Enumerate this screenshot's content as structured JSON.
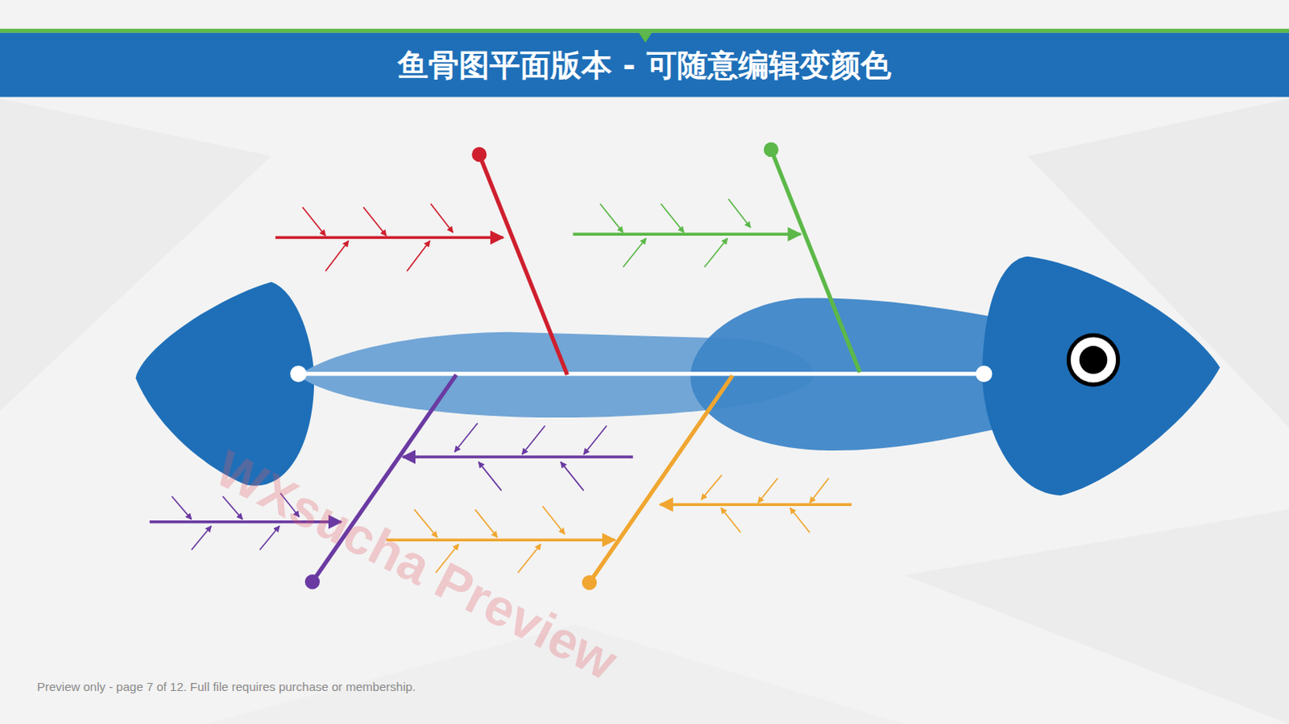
{
  "diagram": {
    "title": "鱼骨图平面版本 - 可随意编辑变颜色",
    "labels": [
      "WXsucha Preview",
      "Preview only - page 7 of 12. Full file requires purchase or membership."
    ]
  }
}
